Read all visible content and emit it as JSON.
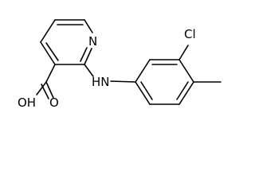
{
  "molecule": {
    "labels": {
      "ring_nitrogen": "N",
      "chlorine": "Cl",
      "amine": "HN",
      "hydroxyl": "OH",
      "carbonyl_oxygen": "O"
    }
  },
  "colors": {
    "line": "#000000",
    "background": "#ffffff"
  }
}
